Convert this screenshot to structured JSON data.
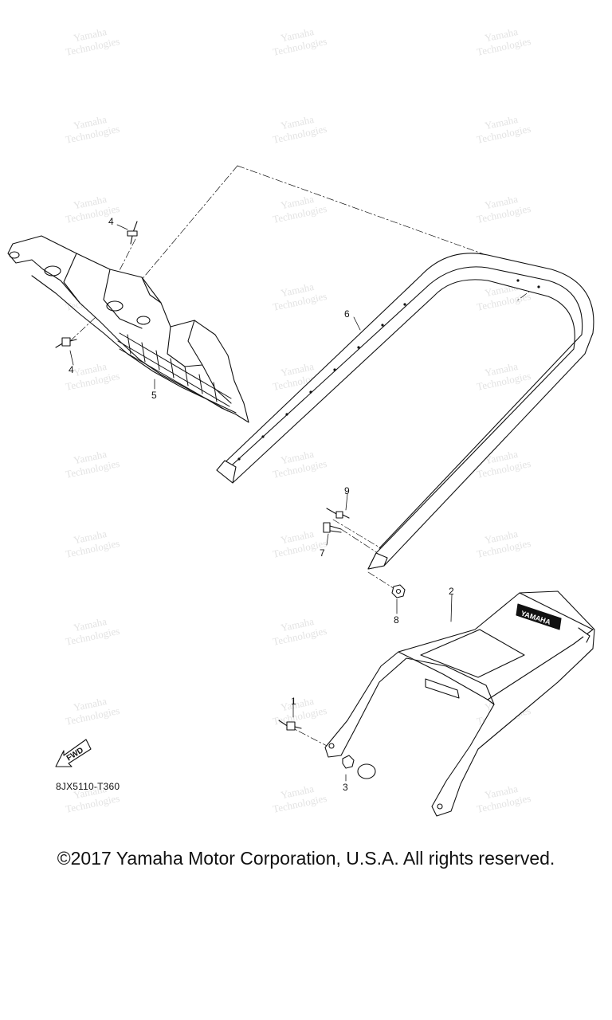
{
  "diagram": {
    "callouts": {
      "c2": "2",
      "c1": "1",
      "c3": "3",
      "c4a": "4",
      "c4b": "4",
      "c5": "5",
      "c6": "6",
      "c7": "7",
      "c8": "8",
      "c9": "9"
    },
    "fwd_label": "FWD",
    "part_code": "8JX5110-T360",
    "brand_text": "YAMAHA"
  },
  "watermark": {
    "line1": "Yamaha",
    "line2": "Technologies"
  },
  "footer": {
    "copyright": "©2017 Yamaha Motor Corporation, U.S.A. All rights reserved."
  }
}
